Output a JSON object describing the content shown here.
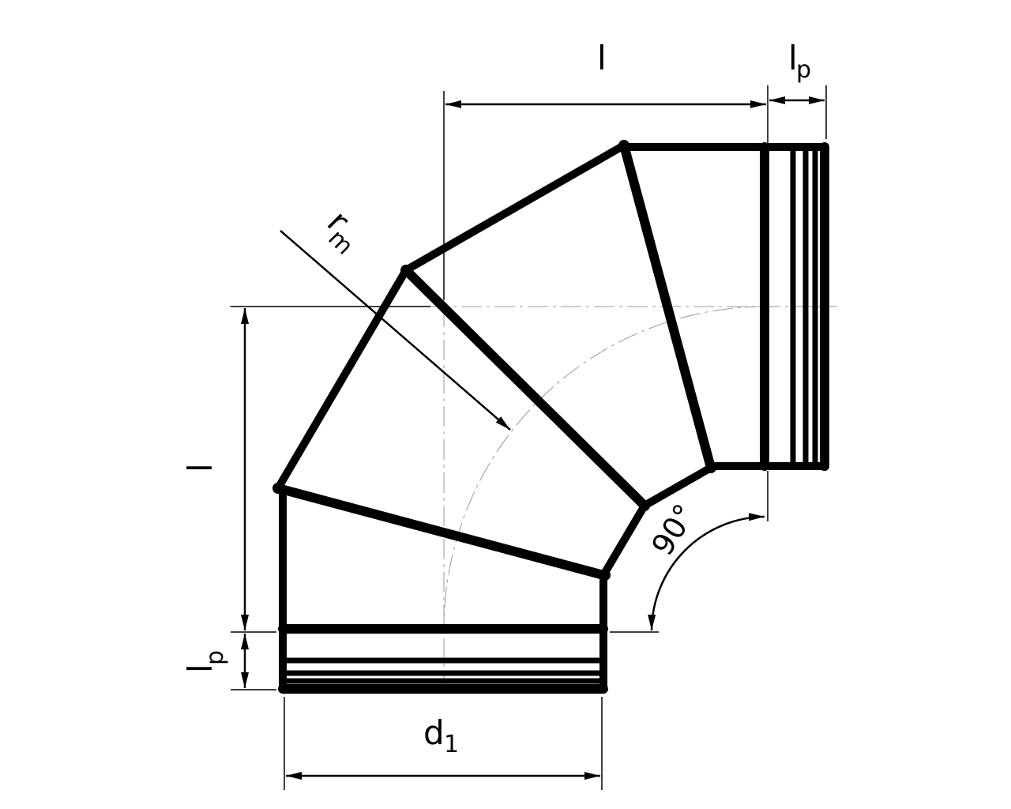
{
  "labels": {
    "top_length": "l",
    "top_socket": "l",
    "top_socket_sub": "p",
    "left_length": "l",
    "left_socket": "l",
    "left_socket_sub": "p",
    "radius": "r",
    "radius_sub": "m",
    "diameter": "d",
    "diameter_sub": "1",
    "angle": "90°"
  }
}
